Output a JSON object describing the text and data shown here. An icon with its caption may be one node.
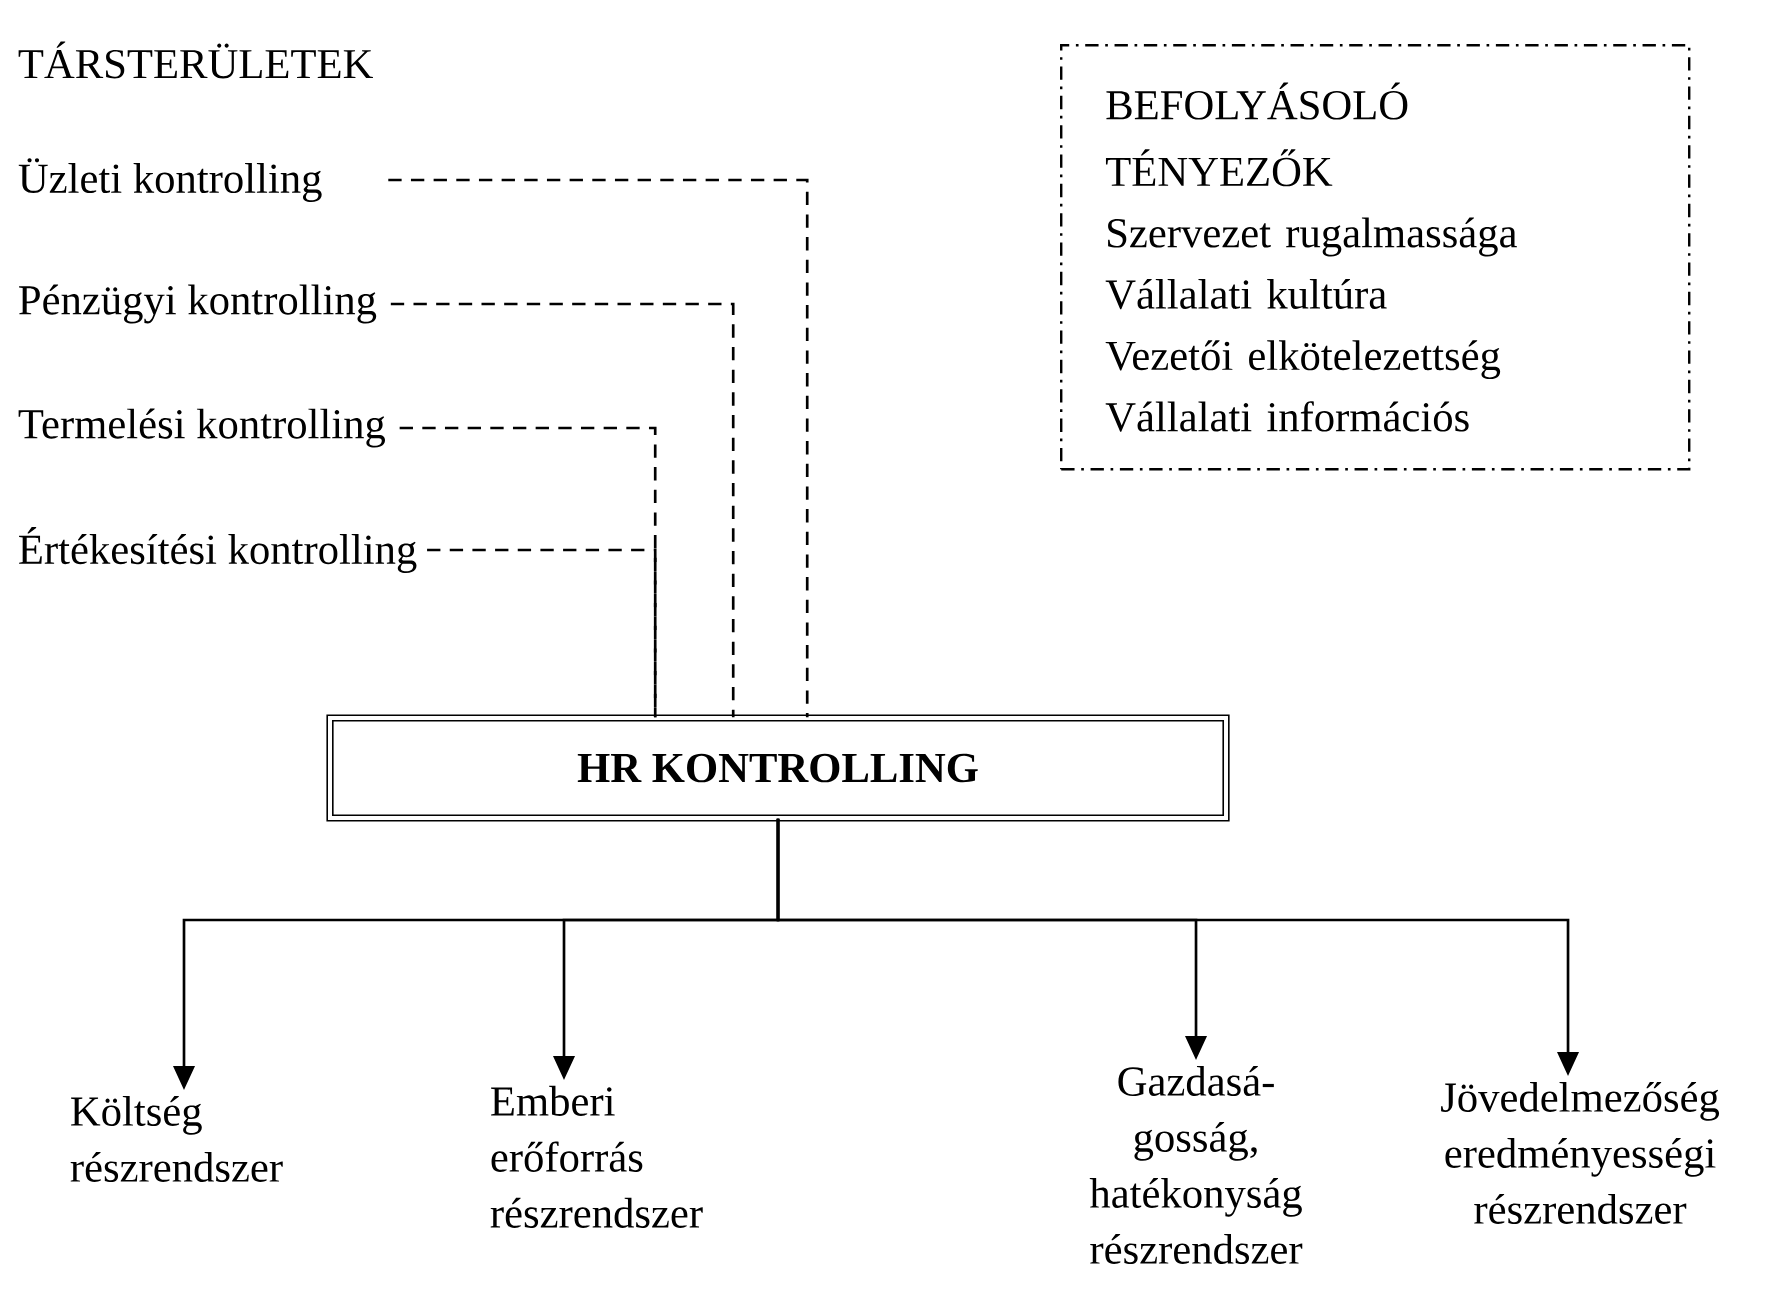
{
  "diagram": {
    "nodes": [
      {
        "text": [
          "Üzleti kontrolling"
        ]
      },
      {
        "text": [
          "Pénzügyi kontrolling"
        ]
      },
      {
        "text": [
          "Termelési kontrolling"
        ]
      },
      {
        "text": [
          "Értékesítési kontrolling"
        ]
      },
      {
        "text": [
          "HR KONTROLLING"
        ]
      },
      {
        "text": [
          "BEFOLYÁSOLÓ TÉNYEZŐK",
          "Szervezet rugalmassága",
          "Vállalati kultúra",
          "Vezetői elkötelezettség",
          "Vállalati információs"
        ]
      },
      {
        "text": [
          "Költség részrendszer"
        ]
      },
      {
        "text": [
          "Emberi erőforrás részrendszer"
        ]
      },
      {
        "text": [
          "Gazdasá- gosság, hatékonyság részrendszer"
        ]
      },
      {
        "text": [
          "Jövedelmezőség eredményességi részrendszer"
        ]
      }
    ],
    "edges": [
      {
        "from": 0,
        "to": 4,
        "arrow": "none",
        "style": "dashed"
      },
      {
        "from": 1,
        "to": 4,
        "arrow": "none",
        "style": "dashed"
      },
      {
        "from": 2,
        "to": 4,
        "arrow": "none",
        "style": "dashed"
      },
      {
        "from": 3,
        "to": 4,
        "arrow": "none",
        "style": "dashed"
      },
      {
        "from": 4,
        "to": 6,
        "arrow": "to"
      },
      {
        "from": 4,
        "to": 7,
        "arrow": "to"
      },
      {
        "from": 4,
        "to": 8,
        "arrow": "to"
      },
      {
        "from": 4,
        "to": 9,
        "arrow": "to"
      }
    ],
    "labels": [
      "TÁRSTERÜLETEK"
    ]
  }
}
